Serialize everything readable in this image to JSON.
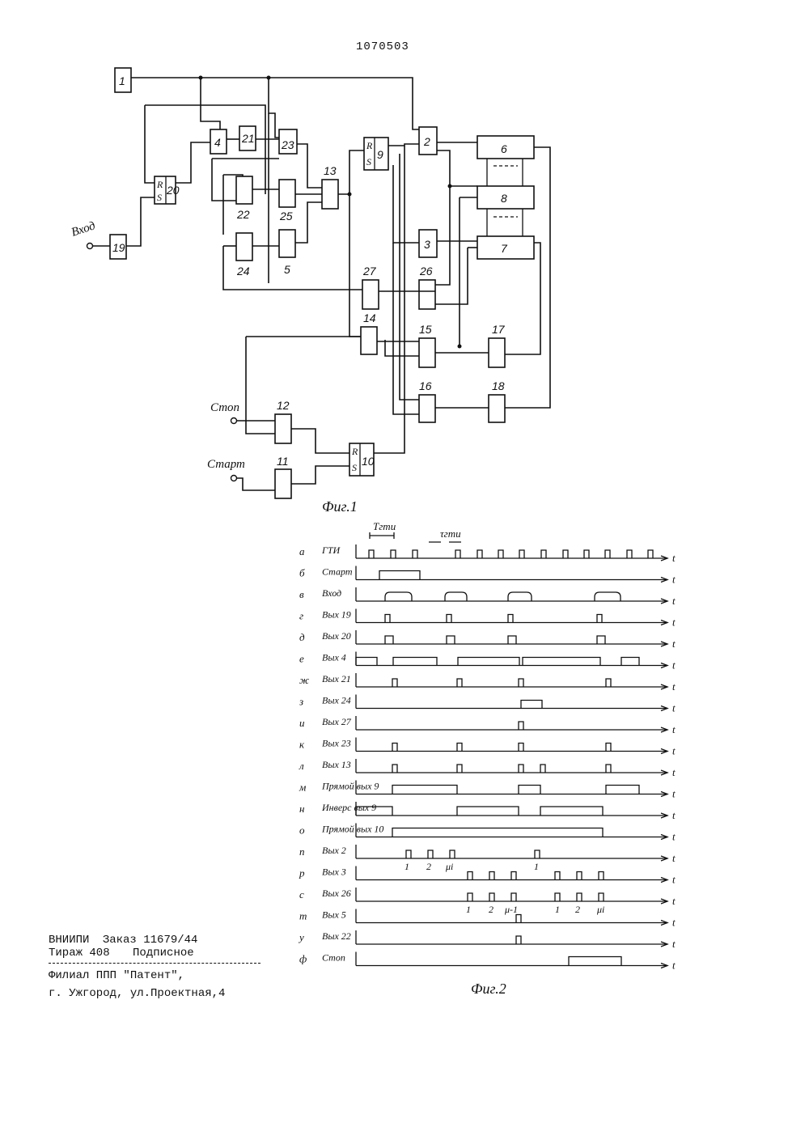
{
  "header": {
    "patent_number": "1070503"
  },
  "fig1": {
    "caption": "Фиг.1",
    "blocks": [
      "1",
      "2",
      "3",
      "4",
      "5",
      "6",
      "7",
      "8",
      "9",
      "10",
      "11",
      "12",
      "13",
      "14",
      "15",
      "16",
      "17",
      "18",
      "19",
      "20",
      "21",
      "22",
      "23",
      "24",
      "25",
      "26",
      "27"
    ],
    "inputs": {
      "input": "Вход",
      "stop": "Стоп",
      "start": "Старт"
    },
    "rs_labels": {
      "r": "R",
      "s": "S"
    }
  },
  "fig2": {
    "caption": "Фиг.2",
    "period_label": "Тгти",
    "pulse_width_label": "τгти",
    "time_axis_label": "t",
    "rows": [
      {
        "letter": "а",
        "label": "ГТИ"
      },
      {
        "letter": "б",
        "label": "Старт"
      },
      {
        "letter": "в",
        "label": "Вход"
      },
      {
        "letter": "г",
        "label": "Вых 19"
      },
      {
        "letter": "д",
        "label": "Вых 20"
      },
      {
        "letter": "е",
        "label": "Вых 4"
      },
      {
        "letter": "ж",
        "label": "Вых 21"
      },
      {
        "letter": "з",
        "label": "Вых 24"
      },
      {
        "letter": "и",
        "label": "Вых 27"
      },
      {
        "letter": "к",
        "label": "Вых 23"
      },
      {
        "letter": "л",
        "label": "Вых 13"
      },
      {
        "letter": "м",
        "label": "Прямой вых 9"
      },
      {
        "letter": "н",
        "label": "Инверс вых 9"
      },
      {
        "letter": "о",
        "label": "Прямой вых 10"
      },
      {
        "letter": "п",
        "label": "Вых 2"
      },
      {
        "letter": "р",
        "label": "Вых 3"
      },
      {
        "letter": "с",
        "label": "Вых 26"
      },
      {
        "letter": "т",
        "label": "Вых 5"
      },
      {
        "letter": "у",
        "label": "Вых 22"
      },
      {
        "letter": "ф",
        "label": "Стоп"
      }
    ],
    "pulse_labels_out2": [
      "1",
      "2",
      "μi",
      "1"
    ],
    "pulse_labels_out3": [
      "1",
      "2",
      "μ-1",
      "1",
      "2",
      "μi"
    ]
  },
  "footer": {
    "org": "ВНИИПИ",
    "order": "Заказ 11679/44",
    "circulation": "Тираж 408",
    "subscription": "Подписное",
    "branch": "Филиал ППП \"Патент\",",
    "address": "г. Ужгород, ул.Проектная,4"
  }
}
